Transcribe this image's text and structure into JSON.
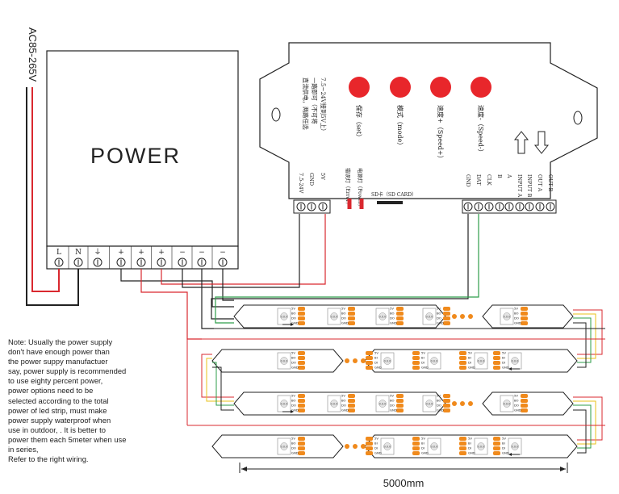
{
  "ac_label": "AC85-265V",
  "power_supply": {
    "title": "POWER",
    "terminals": [
      "L",
      "N",
      "⏚",
      "+",
      "+",
      "+",
      "−",
      "−",
      "−"
    ]
  },
  "controller": {
    "side_text": [
      "直流供电，两路任选",
      "一路即可（不可将",
      "7.5~24V接到5V上）"
    ],
    "buttons": [
      {
        "label": "保存（set）",
        "color": "#e8262b"
      },
      {
        "label": "模式（mode）",
        "color": "#e8262b"
      },
      {
        "label": "速度+（Speed+）",
        "color": "#e8262b"
      },
      {
        "label": "速度-（Speed-）",
        "color": "#e8262b"
      }
    ],
    "power_terminals": [
      "7.5-24V",
      "GND",
      "5V"
    ],
    "leds": [
      "错误灯（Error）",
      "电源灯（Power）"
    ],
    "sd_label": "SD卡（SD CARD）",
    "output_terminals": [
      "GND",
      "DAT",
      "CLK",
      "B",
      "A",
      "INPUT A",
      "INPUT B",
      "OUT A",
      "OUT B"
    ]
  },
  "strip": {
    "pin_labels_in": [
      "5V",
      "BO",
      "DO",
      "GND"
    ],
    "pin_labels_out": [
      "5V",
      "BI",
      "DI",
      "GND"
    ],
    "chip_mark": "0.0.0"
  },
  "note": "Note: Usually the power supply\ndon't have enough power than\nthe power suppy manufactuer\nsay, power supply is recommended\nto use eighty percent power,\npower options need to be\nselected according to the total\npower of led strip, must make\npower supply waterproof when\nuse in outdoor,  .  It is better to\npower them each 5meter when use\nin series,\nRefer to the right wiring.",
  "dimension_label": "5000mm",
  "colors": {
    "wire_red": "#d9282f",
    "wire_green": "#2e9e4a",
    "wire_yellow": "#e8c218",
    "led_orange": "#f08a1c"
  }
}
